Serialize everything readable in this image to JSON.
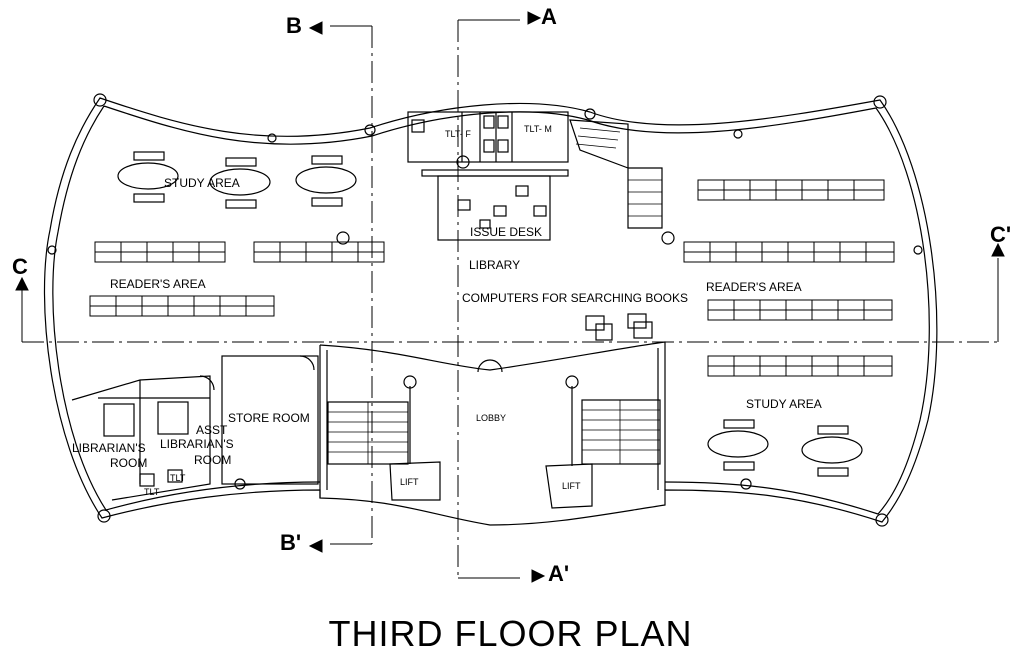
{
  "title": "THIRD FLOOR PLAN",
  "sections": {
    "a": "A",
    "a_prime": "A'",
    "b": "B",
    "b_prime": "B'",
    "c": "C",
    "c_prime": "C'"
  },
  "rooms": {
    "study_area_left": "STUDY AREA",
    "readers_area_left": "READER'S AREA",
    "tlt_f": "TLT- F",
    "tlt_m": "TLT- M",
    "issue_desk": "ISSUE DESK",
    "library": "LIBRARY",
    "computers": "COMPUTERS FOR SEARCHING BOOKS",
    "readers_area_right": "READER'S AREA",
    "store_room": "STORE ROOM",
    "lobby": "LOBBY",
    "lift_left": "LIFT",
    "lift_right": "LIFT",
    "study_area_right": "STUDY AREA",
    "librarians_room_1": "LIBRARIAN'S",
    "librarians_room_2": "ROOM",
    "asst_room_1": "ASST",
    "asst_room_2": "LIBRARIAN'S",
    "asst_room_3": "ROOM",
    "tlt_small_1": "TLT",
    "tlt_small_2": "TLT"
  }
}
